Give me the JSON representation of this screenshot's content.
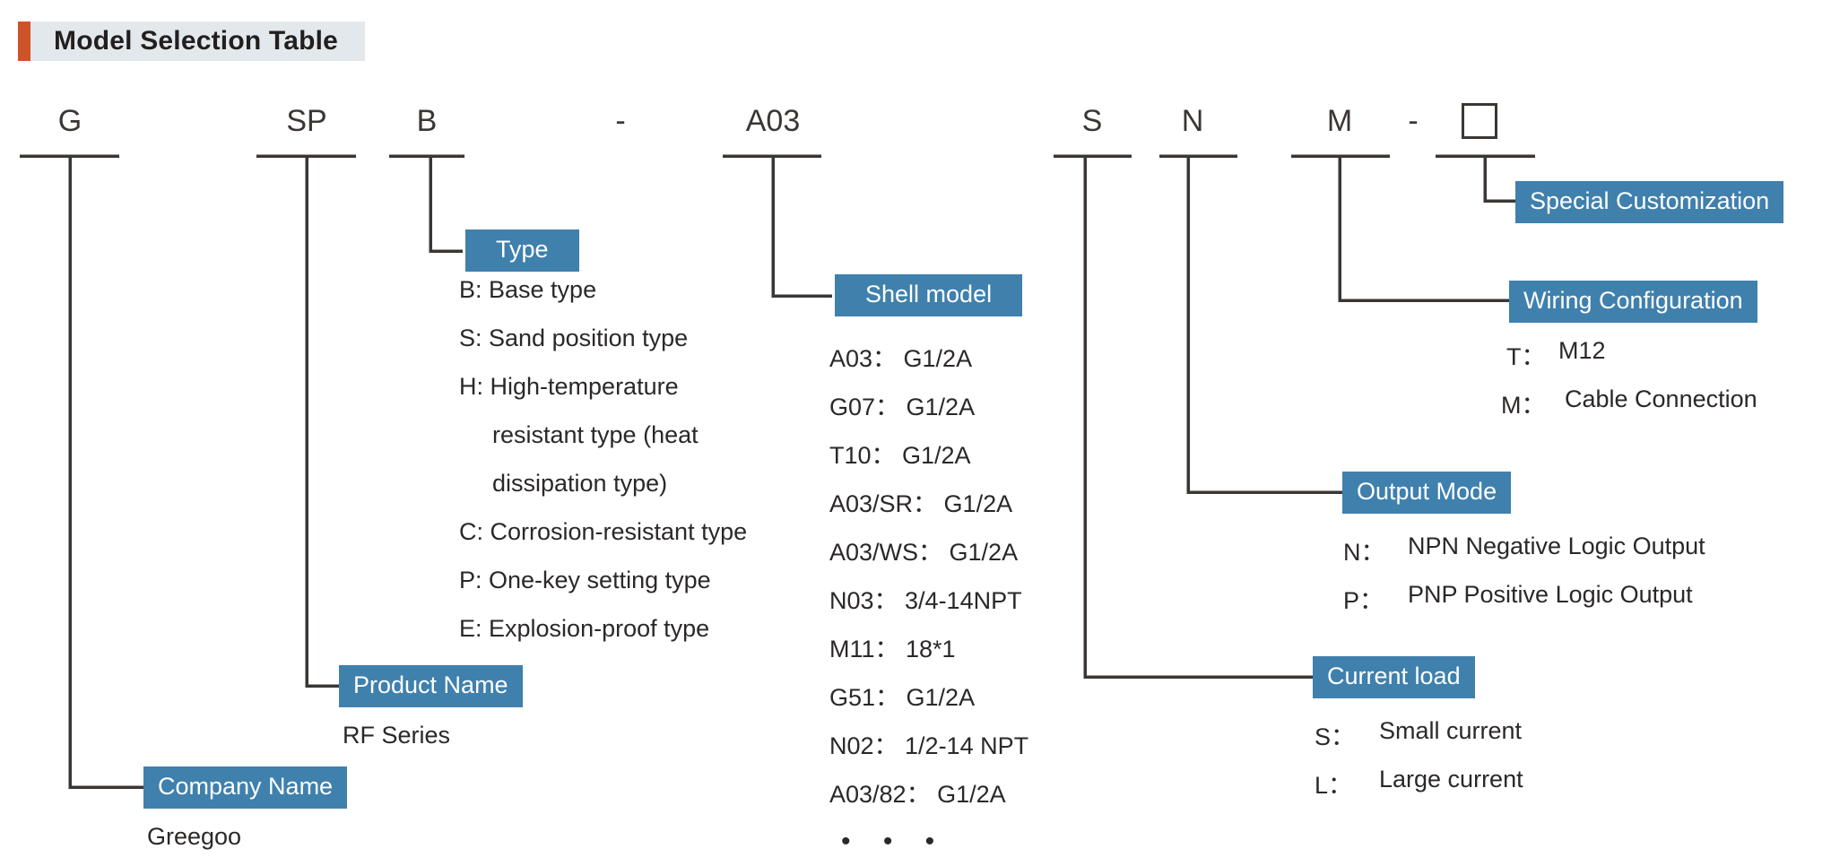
{
  "header": {
    "title": "Model Selection Table",
    "accent_color": "#cf5329",
    "plate_color": "#e3e8ed"
  },
  "theme": {
    "chip_color": "#3f80ad",
    "line_color": "#3a3634",
    "text_color": "#2b2827"
  },
  "model_code": {
    "segments": [
      {
        "id": "company",
        "text": "G"
      },
      {
        "id": "product",
        "text": "SP"
      },
      {
        "id": "type",
        "text": "B"
      },
      {
        "id": "dash1",
        "text": "-"
      },
      {
        "id": "shell",
        "text": "A03"
      },
      {
        "id": "current",
        "text": "S"
      },
      {
        "id": "output",
        "text": "N"
      },
      {
        "id": "wiring",
        "text": "M"
      },
      {
        "id": "dash2",
        "text": "-"
      },
      {
        "id": "special",
        "text": "□"
      }
    ]
  },
  "sections": {
    "type": {
      "label": "Type",
      "options": [
        "B: Base type",
        "S: Sand position type",
        "H: High-temperature",
        "resistant type (heat",
        "dissipation type)",
        "C: Corrosion-resistant type",
        "P: One-key setting type",
        "E: Explosion-proof type"
      ]
    },
    "shell_model": {
      "label": "Shell model",
      "options": [
        "A03： G1/2A",
        "G07： G1/2A",
        "T10： G1/2A",
        "A03/SR： G1/2A",
        "A03/WS： G1/2A",
        "N03： 3/4-14NPT",
        "M11： 18*1",
        "G51： G1/2A",
        "N02： 1/2-14 NPT",
        "A03/82： G1/2A"
      ],
      "more": "•  •  •"
    },
    "special_customization": {
      "label": "Special Customization"
    },
    "wiring_configuration": {
      "label": "Wiring Configuration",
      "options": [
        {
          "key": "T：",
          "value": "M12"
        },
        {
          "key": "M：",
          "value": "Cable Connection"
        }
      ]
    },
    "output_mode": {
      "label": "Output Mode",
      "options": [
        {
          "key": "N：",
          "value": "NPN Negative Logic Output"
        },
        {
          "key": "P：",
          "value": "PNP Positive Logic Output"
        }
      ]
    },
    "current_load": {
      "label": "Current load",
      "options": [
        {
          "key": "S：",
          "value": "Small current"
        },
        {
          "key": "L：",
          "value": "Large current"
        }
      ]
    },
    "product_name": {
      "label": "Product Name",
      "value": "RF Series"
    },
    "company_name": {
      "label": "Company Name",
      "value": "Greegoo"
    }
  }
}
